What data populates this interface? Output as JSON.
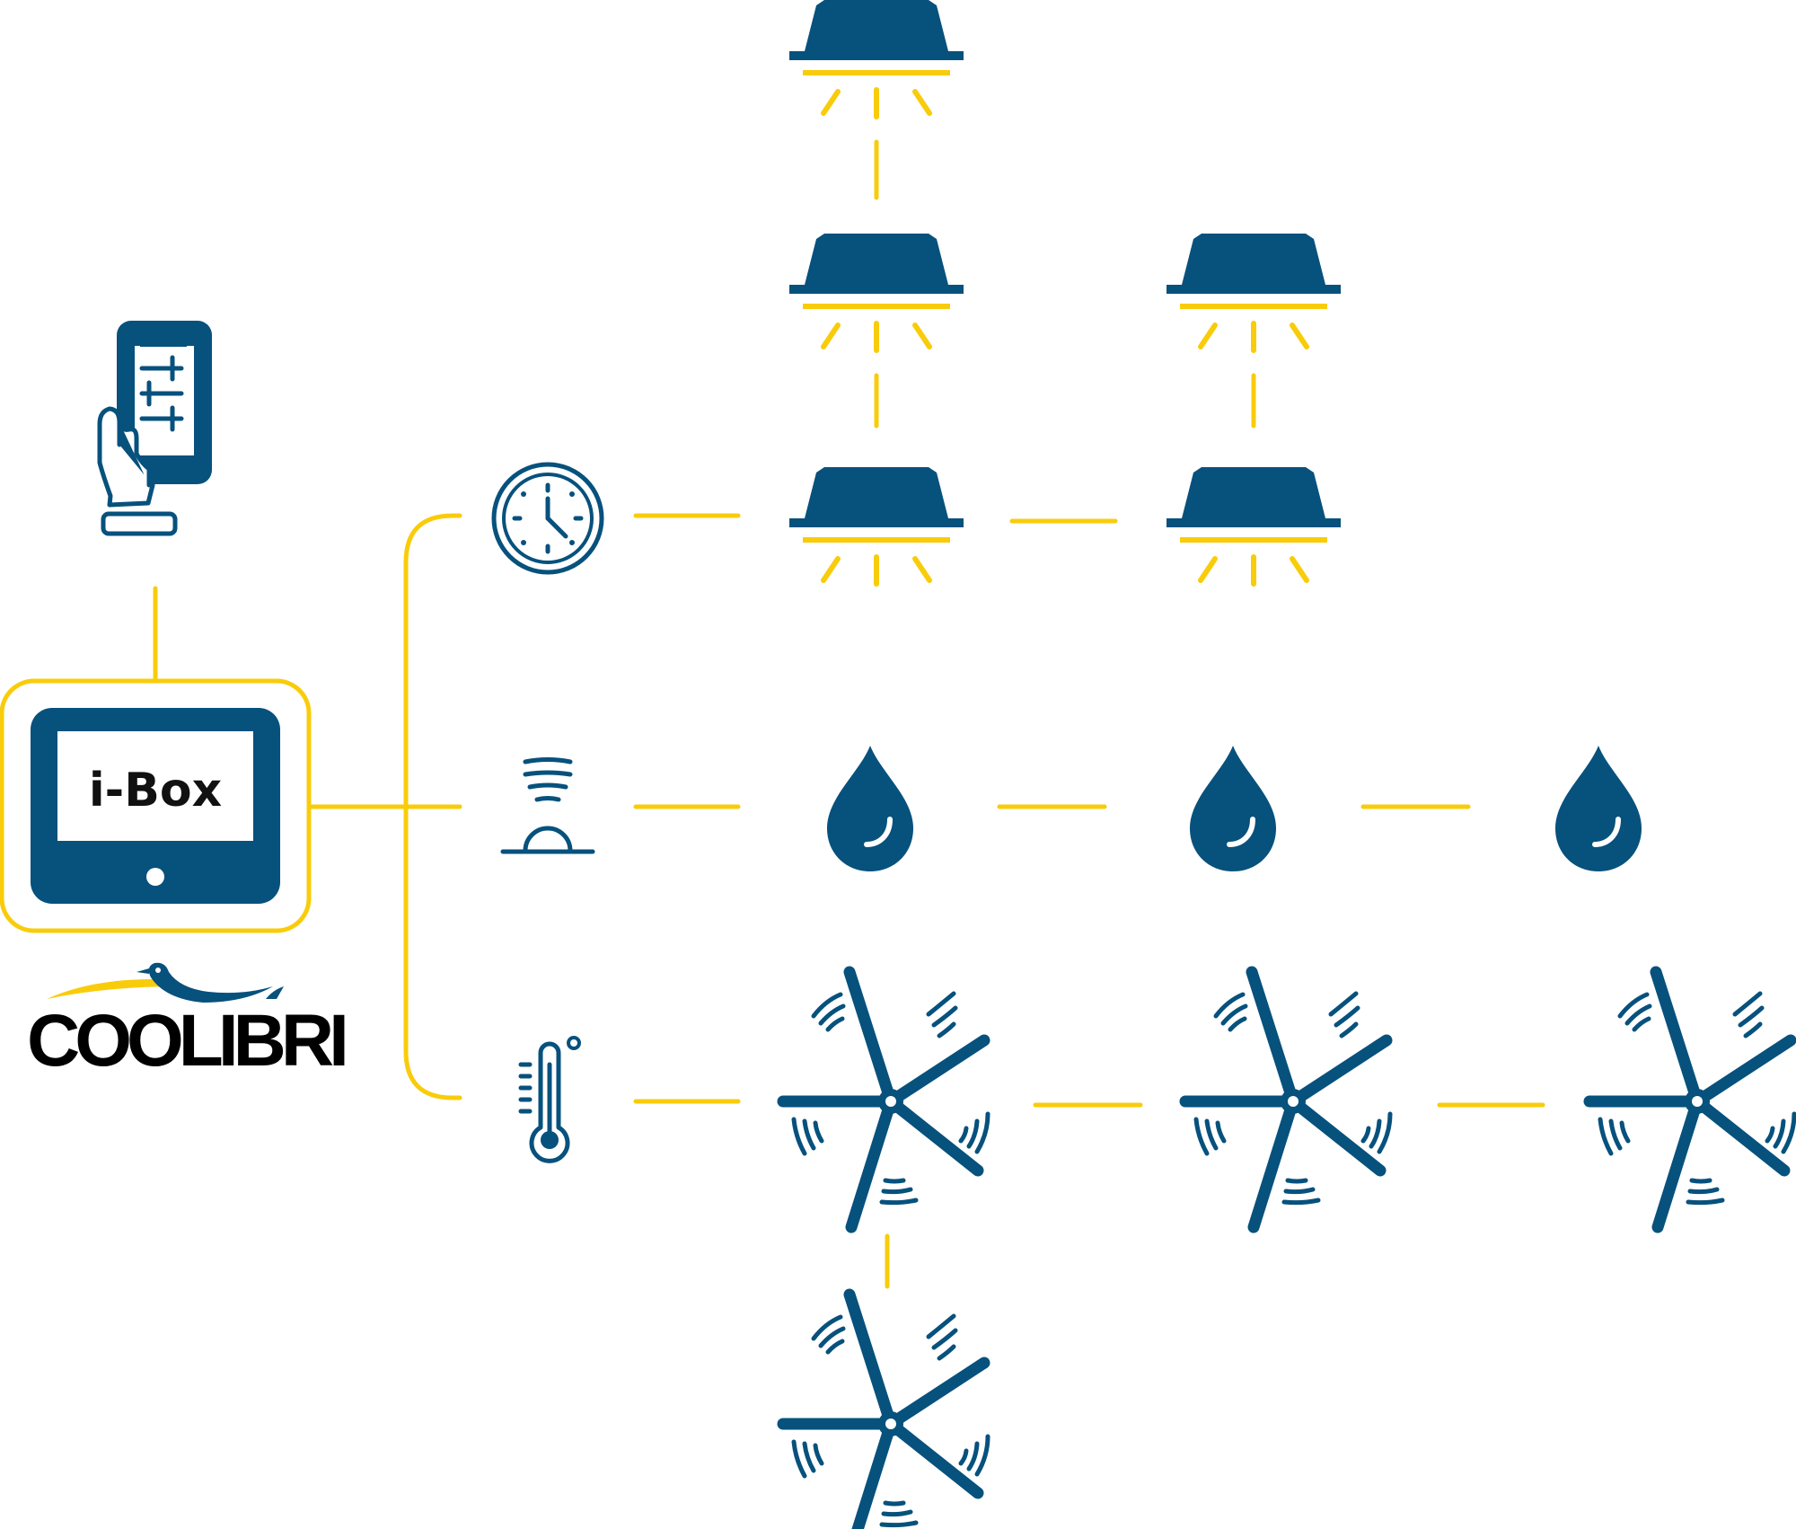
{
  "colors": {
    "brand_blue": "#07517D",
    "accent_yellow": "#F9CC0B",
    "background": "#FFFFFF",
    "label_text": "#111111"
  },
  "ibox": {
    "label": "i-Box",
    "icon": "tablet-controller-icon"
  },
  "phone": {
    "icon": "hand-holding-phone-sliders-icon"
  },
  "logo": {
    "text": "COOLIBRI",
    "icon": "hummingbird-logo-icon"
  },
  "controls": [
    {
      "id": "timer",
      "icon": "clock-icon"
    },
    {
      "id": "humidity-sensor",
      "icon": "humidity-sensor-icon"
    },
    {
      "id": "temperature",
      "icon": "thermometer-icon"
    }
  ],
  "devices": {
    "lights": {
      "icon": "ceiling-light-icon",
      "count": 5
    },
    "drops": {
      "icon": "water-drop-icon",
      "count": 3
    },
    "fans": {
      "icon": "ceiling-fan-icon",
      "count": 4
    }
  }
}
